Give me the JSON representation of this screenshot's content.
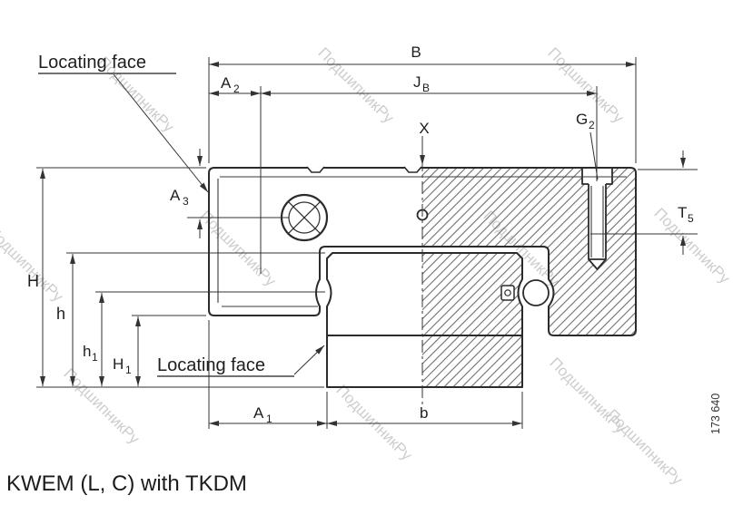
{
  "title": "KWEM (L, C) with TKDM",
  "side_number": "173 640",
  "watermark_text": "ПодшипникРу",
  "annotations": {
    "locating_face_top": "Locating face",
    "locating_face_bottom": "Locating face"
  },
  "dimensions": {
    "B": {
      "base": "B",
      "sub": ""
    },
    "A2": {
      "base": "A",
      "sub": "2"
    },
    "JB": {
      "base": "J",
      "sub": "B"
    },
    "X": {
      "base": "X",
      "sub": ""
    },
    "G2": {
      "base": "G",
      "sub": "2"
    },
    "T5": {
      "base": "T",
      "sub": "5"
    },
    "A3": {
      "base": "A",
      "sub": "3"
    },
    "H": {
      "base": "H",
      "sub": ""
    },
    "h": {
      "base": "h",
      "sub": ""
    },
    "h1": {
      "base": "h",
      "sub": "1"
    },
    "H1": {
      "base": "H",
      "sub": "1"
    },
    "A1": {
      "base": "A",
      "sub": "1"
    },
    "b": {
      "base": "b",
      "sub": ""
    }
  },
  "colors": {
    "background": "#ffffff",
    "part_line": "#2b2b2b",
    "dimension_line": "#333333",
    "text": "#1e1e1e",
    "hatch": "#6e6e6e",
    "watermark": "#c8c8c8"
  }
}
